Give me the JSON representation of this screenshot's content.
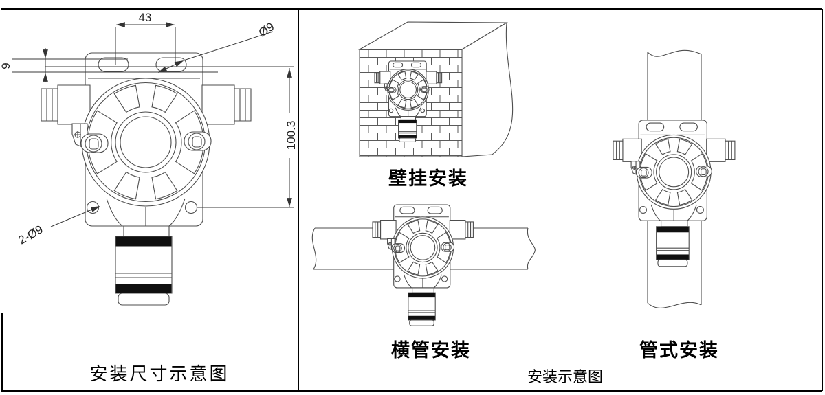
{
  "figure": {
    "left_panel": {
      "caption": "安装尺寸示意图",
      "dim_slot_spacing": "43",
      "dim_slot_diameter": "Ø9",
      "dim_slot_height": "9",
      "dim_vertical": "100.3",
      "dim_holes": "2-Ø9"
    },
    "right_panel": {
      "caption": "安装示意图",
      "wall_mount_label": "壁挂安装",
      "hpipe_mount_label": "横管安装",
      "vpipe_mount_label": "管式安装"
    },
    "colors": {
      "line": "#4d4d4d",
      "dimension": "#3a3a3a",
      "text": "#000000",
      "sensor_band": "#101010",
      "border": "#000000",
      "background": "#ffffff"
    }
  }
}
